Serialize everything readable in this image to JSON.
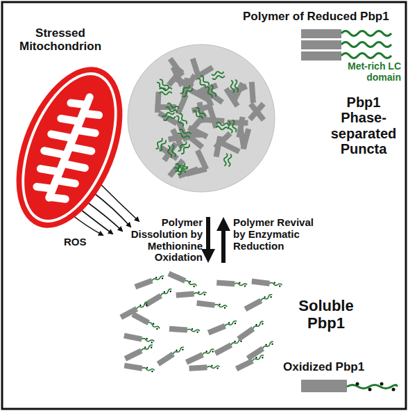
{
  "diagram": {
    "nodes": [
      {
        "text": [
          "Stressed Mitochondrion"
        ]
      },
      {
        "text": [
          "Pbp1 Phase-separated Puncta"
        ]
      }
    ],
    "labels": [
      "Polymer of Reduced Pbp1",
      "Met-rich LC domain",
      "ROS",
      "Polymer Dissolution by Methionine Oxidation",
      "Polymer Revival by Enzymatic Reduction",
      "Soluble Pbp1",
      "Oxidized Pbp1"
    ]
  }
}
